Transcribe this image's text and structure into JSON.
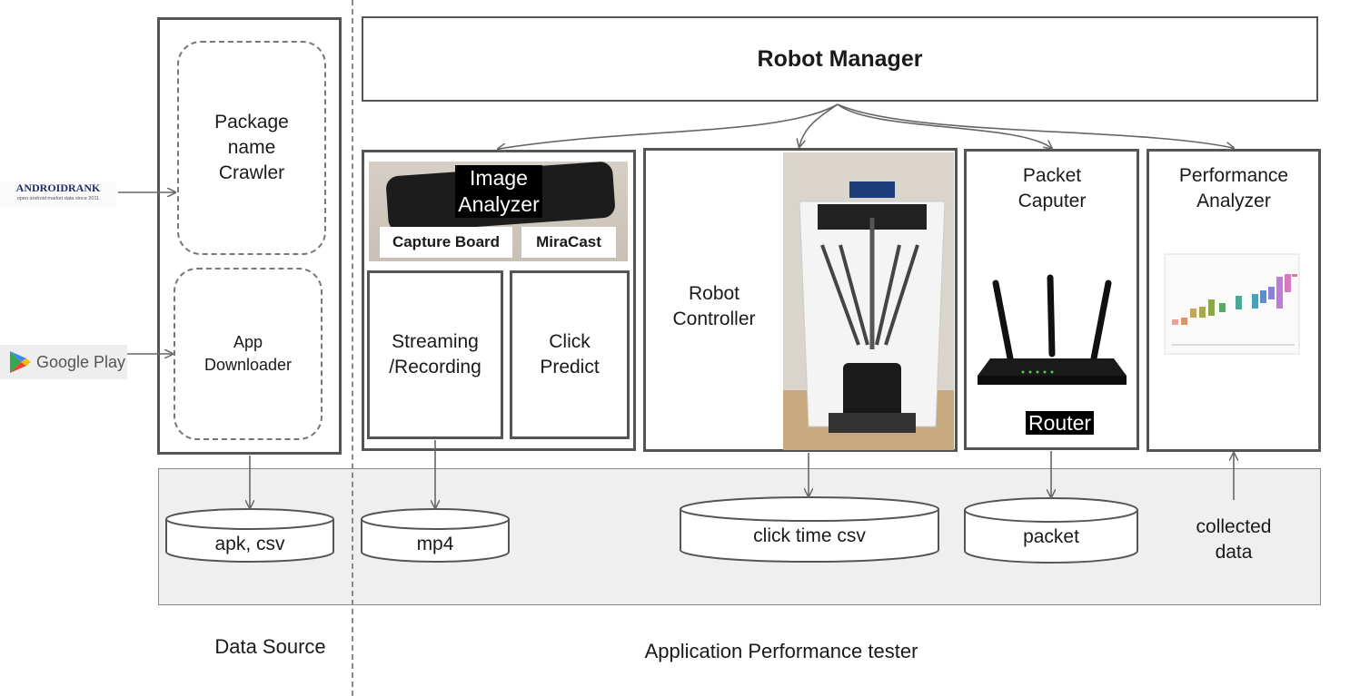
{
  "data_source": {
    "crawler_label": "Package\nname\nCrawler",
    "downloader_label": "App\nDownloader",
    "section_label": "Data Source"
  },
  "sources": {
    "androidrank_logo": "ANDROIDRANK",
    "androidrank_tagline": "open android market data since 2011",
    "googleplay_logo": "Google Play"
  },
  "manager": {
    "label": "Robot Manager"
  },
  "image_analyzer": {
    "title": "Image\nAnalyzer",
    "capture_board": "Capture Board",
    "miracast": "MiraCast",
    "streaming": "Streaming\n/Recording",
    "click_predict": "Click\nPredict"
  },
  "robot_controller": {
    "label": "Robot\nController"
  },
  "packet_capturer": {
    "label": "Packet\nCaputer",
    "router": "Router"
  },
  "performance_analyzer": {
    "label": "Performance\nAnalyzer"
  },
  "storage": {
    "apk": "apk, csv",
    "mp4": "mp4",
    "click_time": "click time csv",
    "packet": "packet",
    "collected": "collected\ndata"
  },
  "footer": {
    "tester_label": "Application Performance tester"
  },
  "colors": {
    "box_border": "#555555",
    "store_bg": "#efefef",
    "arrow": "#666666",
    "googleplay_green": "#34a853",
    "googleplay_blue": "#4285f4",
    "googleplay_red": "#ea4335",
    "googleplay_yellow": "#fbbc04",
    "androidrank_green": "#3a6b2a",
    "androidrank_navy": "#1f2f6a"
  }
}
